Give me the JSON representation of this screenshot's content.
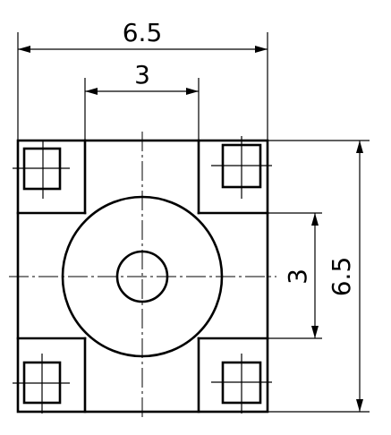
{
  "drawing": {
    "dimensions": {
      "top_overall": "6.5",
      "top_inner": "3",
      "right_inner": "3",
      "right_overall": "6.5"
    }
  }
}
